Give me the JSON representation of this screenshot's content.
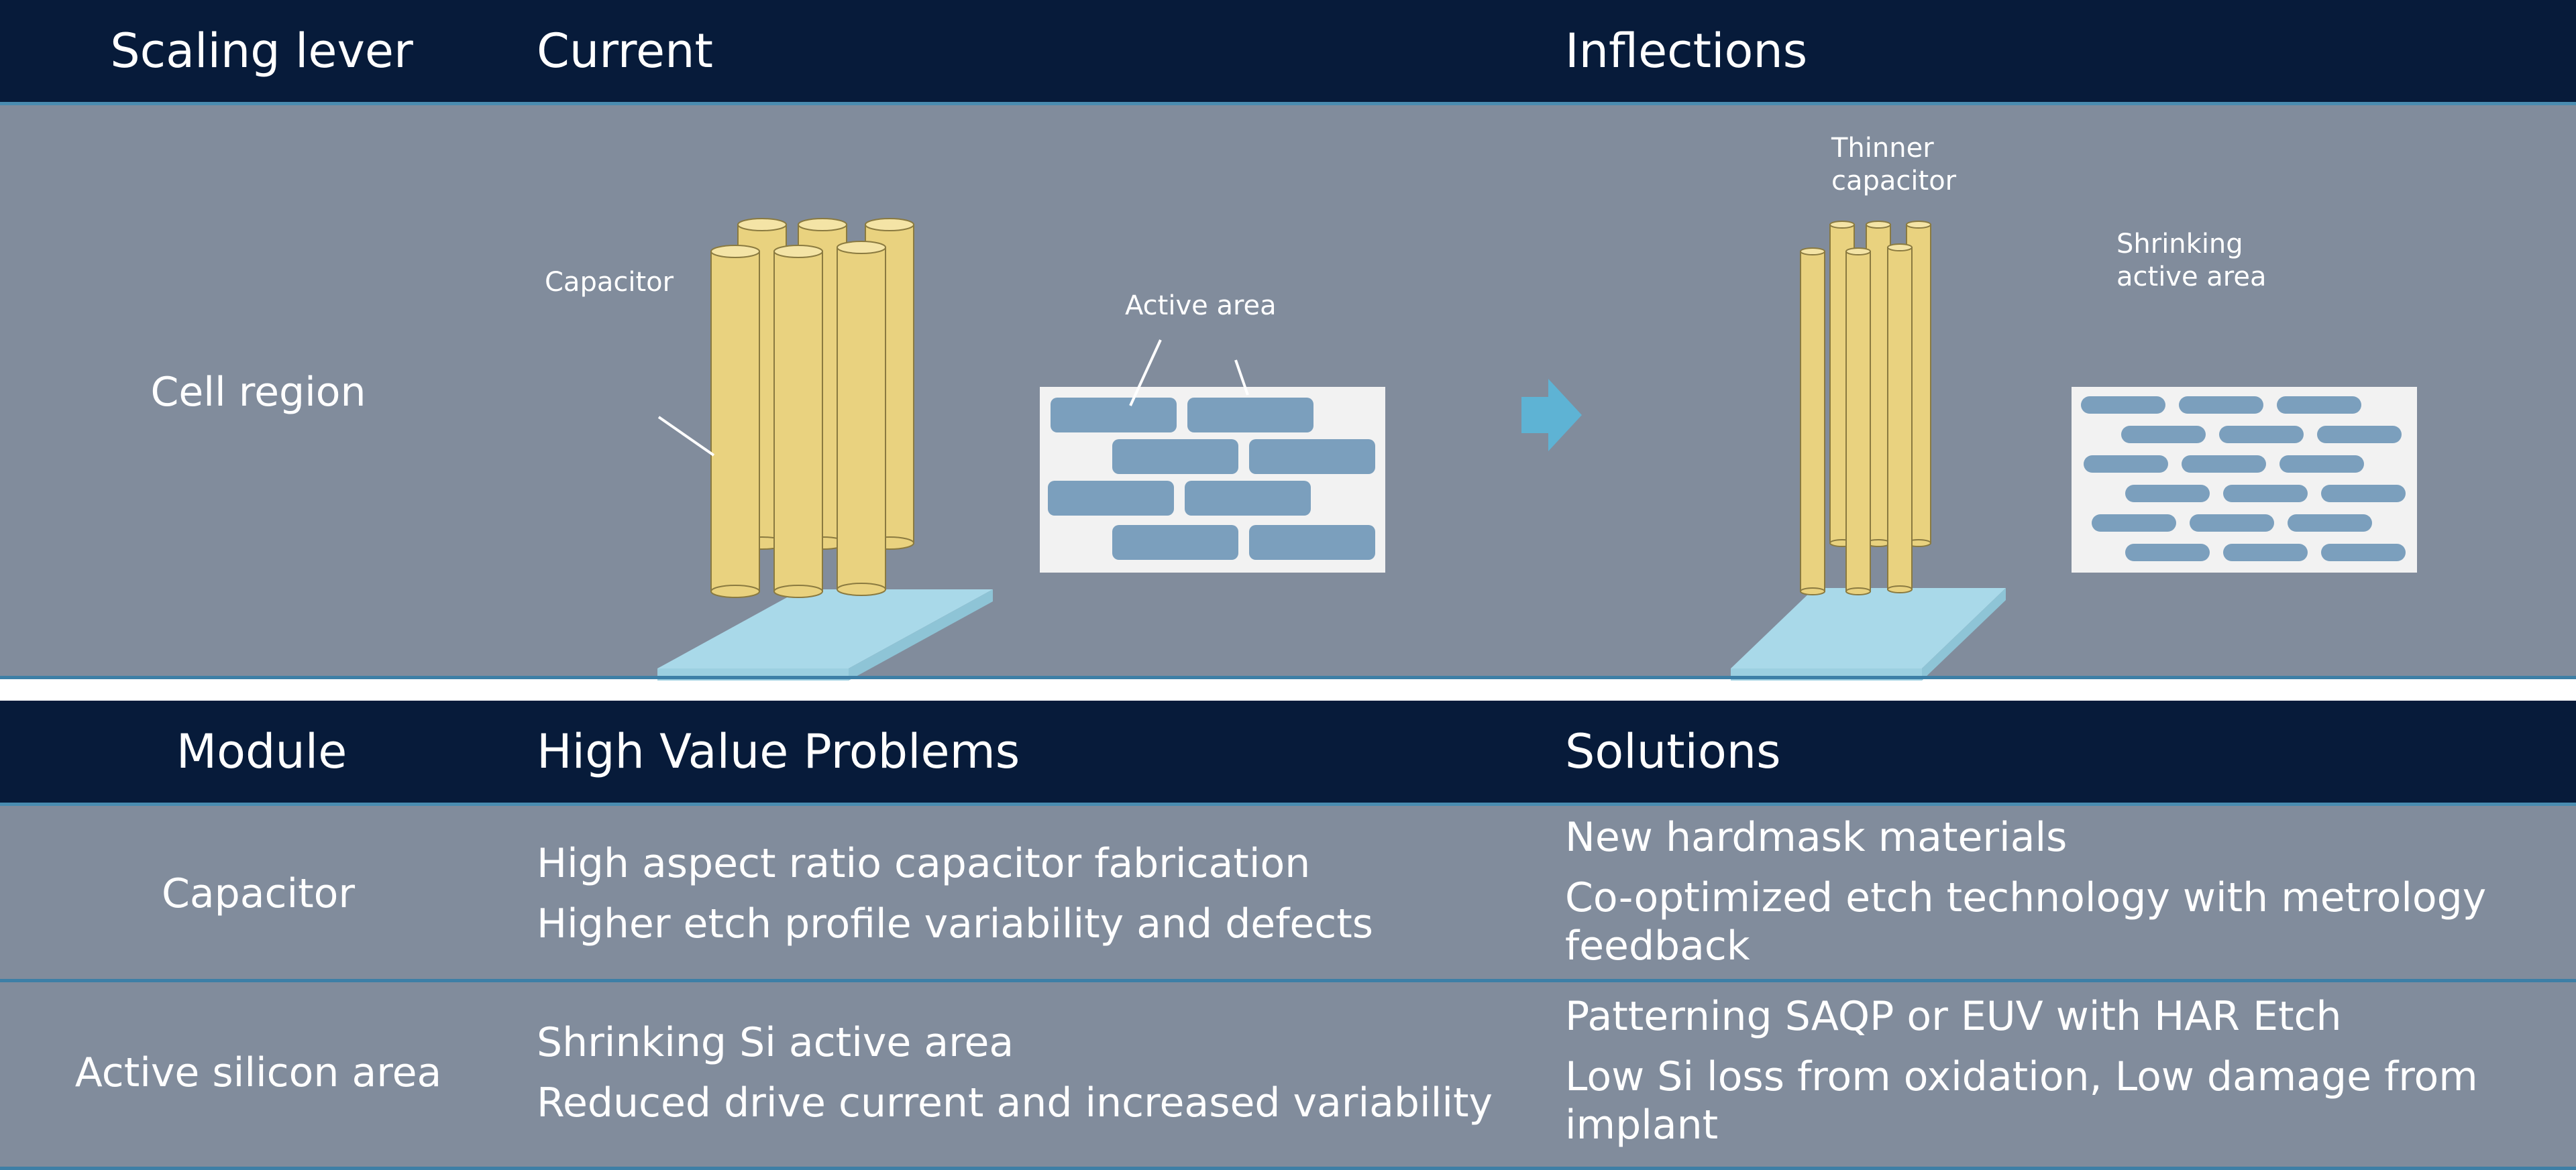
{
  "top_header": {
    "col1": "Scaling lever",
    "col2": "Current",
    "col3": "Inflections"
  },
  "cell_region": {
    "label": "Cell region",
    "current": {
      "capacitor_label": "Capacitor",
      "active_area_label": "Active area"
    },
    "inflections": {
      "capacitor_label_line1": "Thinner",
      "capacitor_label_line2": "capacitor",
      "active_area_label_line1": "Shrinking",
      "active_area_label_line2": "active area"
    }
  },
  "bottom_header": {
    "col1": "Module",
    "col2": "High Value Problems",
    "col3": "Solutions"
  },
  "rows": [
    {
      "module": "Capacitor",
      "problems": [
        "High aspect ratio capacitor fabrication",
        "Higher etch profile variability and defects"
      ],
      "solutions": [
        "New hardmask materials",
        "Co-optimized etch technology with metrology",
        "feedback"
      ]
    },
    {
      "module": "Active silicon area",
      "problems": [
        "Shrinking Si active area",
        "Reduced drive current and increased variability"
      ],
      "solutions": [
        "Patterning SAQP or EUV with HAR Etch",
        "Low Si loss from oxidation, Low damage from",
        "implant"
      ]
    }
  ],
  "colors": {
    "header_bg": "#071b3a",
    "panel_bg": "#818c9c",
    "separator": "#3d7fa6",
    "capacitor_fill": "#e9d27f",
    "substrate": "#a9d9e9",
    "active_area_bar": "#7b9fbd",
    "arrow": "#5eb3d4"
  }
}
